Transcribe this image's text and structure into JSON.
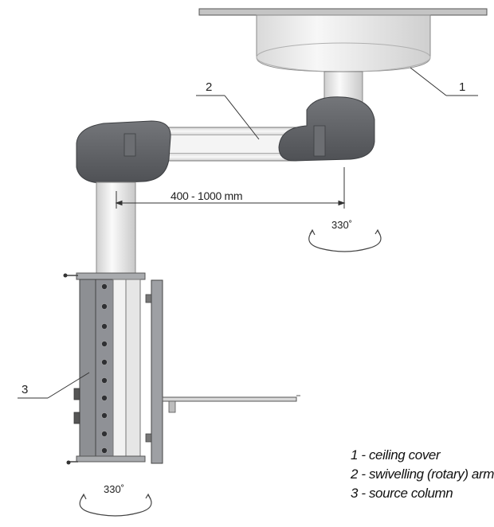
{
  "callouts": {
    "c1": "1",
    "c2": "2",
    "c3": "3"
  },
  "dimension": "400 - 1000 mm",
  "rotation": {
    "arm": "330˚",
    "column": "330˚"
  },
  "legend": [
    "1 - ceiling cover",
    "2 - swivelling (rotary) arm",
    "3 - source column"
  ],
  "colors": {
    "arm_dark": "#5f6165",
    "metal_light": "#eeeeee",
    "panel": "#9a9ca0",
    "line": "#333333"
  }
}
